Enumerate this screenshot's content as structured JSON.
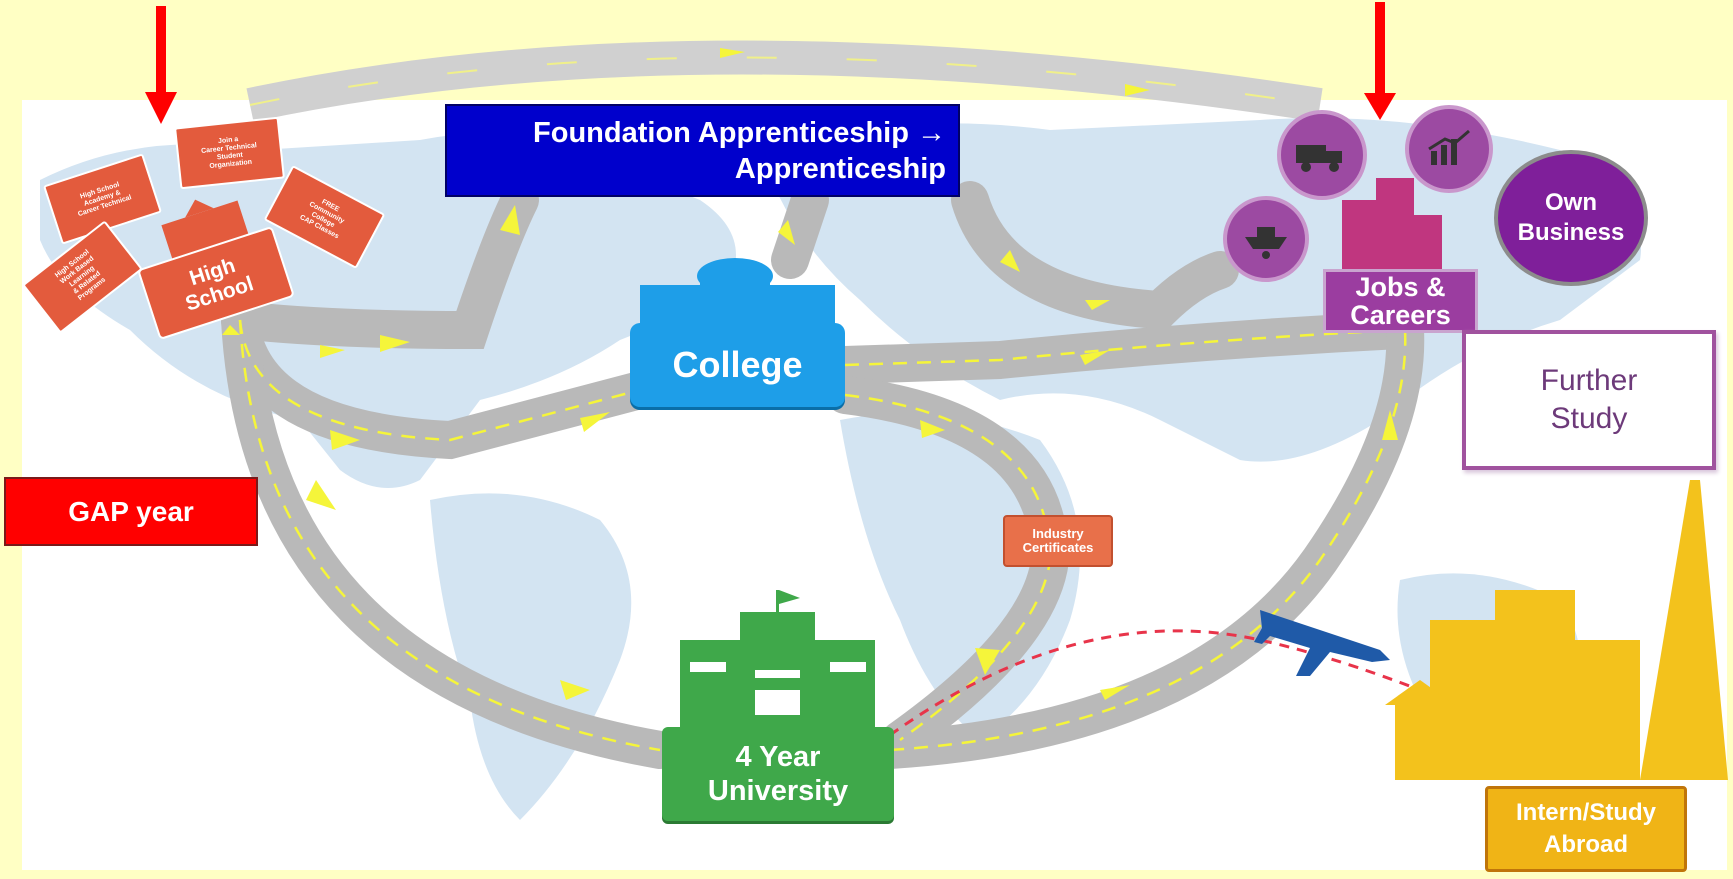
{
  "diagram": {
    "apprenticeship_label": "Foundation Apprenticeship →\nApprenticeship",
    "college_label": "College",
    "university_label": "4 Year\nUniversity",
    "jobs_label": "Jobs &\nCareers",
    "further_study_label": "Further\nStudy",
    "own_business_label": "Own\nBusiness",
    "gap_year_label": "GAP year",
    "intern_label": "Intern/Study\nAbroad",
    "industry_certificates_label": "Industry\nCertificates",
    "high_school_label": "High\nSchool",
    "high_school_cards": [
      "High School\nAcademy &\nCareer Technical",
      "Join a\nCareer Technical\nStudent\nOrganization",
      "FREE\nCommunity\nCollege\nCAP Classes",
      "High School\nWork Based\nLearning\n& Related\nPrograms"
    ]
  },
  "colors": {
    "background": "#ffffc4",
    "road": "#b9b9b9",
    "road_dash": "#f5f53a",
    "arrow_red": "#ff0000",
    "map_land": "#cfe3f3"
  },
  "icons": [
    "red-arrow-down-icon",
    "truck-icon",
    "chart-icon",
    "ship-icon",
    "building-icon",
    "airplane-icon",
    "school-building-icon",
    "college-building-icon",
    "university-building-icon",
    "city-skyline-icon"
  ]
}
